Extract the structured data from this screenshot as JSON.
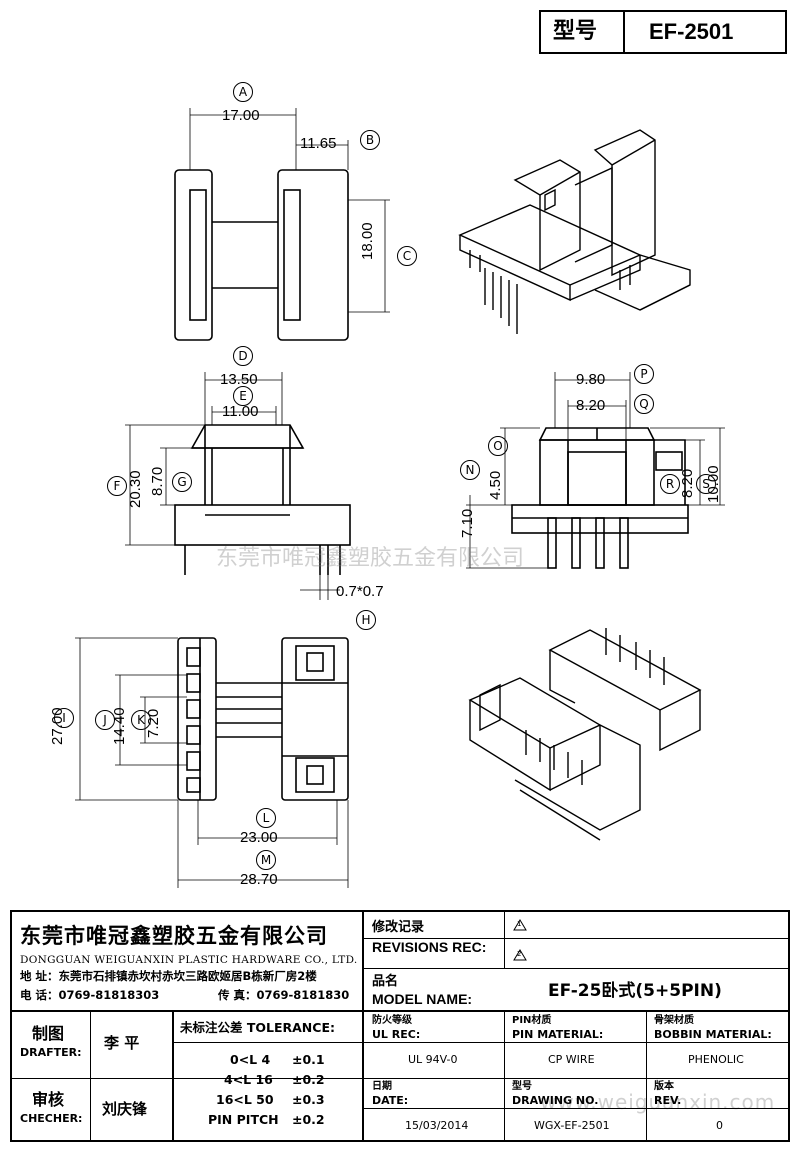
{
  "header": {
    "model_label": "型号",
    "model_value": "EF-2501"
  },
  "dimensions": {
    "A": "17.00",
    "B": "11.65",
    "C": "18.00",
    "D": "13.50",
    "E": "11.00",
    "F": "20.30",
    "G": "8.70",
    "H": "0.7*0.7",
    "I": "27.00",
    "J": "14.40",
    "K": "7.20",
    "L": "23.00",
    "M": "28.70",
    "N": "7.10",
    "O": "4.50",
    "P": "9.80",
    "Q": "8.20",
    "R": "8.20",
    "S": "10.00"
  },
  "callouts": {
    "A": "A",
    "B": "B",
    "C": "C",
    "D": "D",
    "E": "E",
    "F": "F",
    "G": "G",
    "H": "H",
    "I": "I",
    "J": "J",
    "K": "K",
    "L": "L",
    "M": "M",
    "N": "N",
    "O": "O",
    "P": "P",
    "Q": "Q",
    "R": "R",
    "S": "S"
  },
  "watermarks": {
    "center": "东莞市唯冠鑫塑胶五金有限公司",
    "url": "www.weiguanxin.com"
  },
  "titleblock": {
    "company_cn": "东莞市唯冠鑫塑胶五金有限公司",
    "company_en": "DONGGUAN WEIGUANXIN PLASTIC HARDWARE CO., LTD.",
    "address": "地  址：东莞市石排镇赤坎村赤坎三路欧姬居B栋新厂房2楼",
    "phone": "电  话：0769-81818303",
    "fax": "传  真：0769-8181830",
    "revisions_cn": "修改记录",
    "revisions_en": "REVISIONS REC:",
    "rev1": "1",
    "rev2": "2",
    "model_name_cn": "品名",
    "model_name_en": "MODEL NAME:",
    "model_name_value": "EF-25卧式(5+5PIN)",
    "drafter_cn": "制图",
    "drafter_en": "DRAFTER:",
    "drafter_name": "李  平",
    "checker_cn": "审核",
    "checker_en": "CHECHER:",
    "checker_name": "刘庆锋",
    "tolerance_title": "未标注公差 TOLERANCE:",
    "tolerances": [
      {
        "range": "0<L  4",
        "value": "±0.1"
      },
      {
        "range": "4<L  16",
        "value": "±0.2"
      },
      {
        "range": "16<L  50",
        "value": "±0.3"
      },
      {
        "range": "PIN PITCH",
        "value": "±0.2"
      }
    ],
    "ul_cn": "防火等级",
    "ul_en": "UL REC:",
    "ul_value": "UL 94V-0",
    "pin_cn": "PIN材质",
    "pin_en": "PIN MATERIAL:",
    "pin_value": "CP WIRE",
    "bobbin_cn": "骨架材质",
    "bobbin_en": "BOBBIN MATERIAL:",
    "bobbin_value": "PHENOLIC",
    "date_cn": "日期",
    "date_en": "DATE:",
    "date_value": "15/03/2014",
    "drawing_cn": "型号",
    "drawing_en": "DRAWING NO.",
    "drawing_value": "WGX-EF-2501",
    "rev_cn": "版本",
    "rev_en": "REV.",
    "rev_value": "0"
  }
}
